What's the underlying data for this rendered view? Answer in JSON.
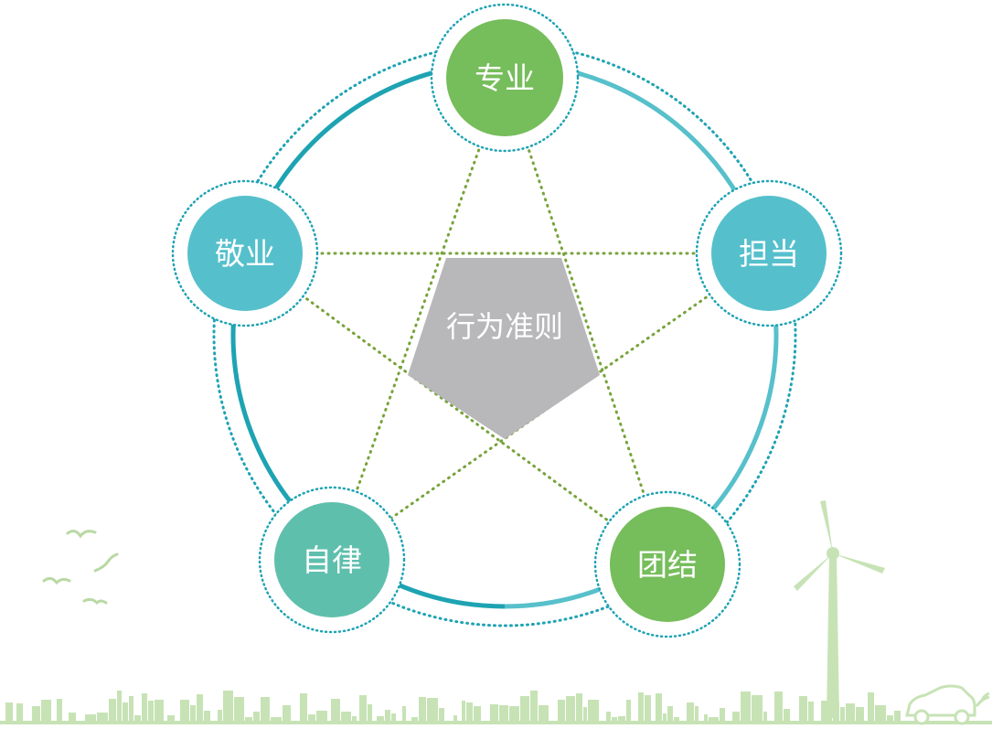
{
  "diagram": {
    "center": {
      "label": "行为准则",
      "color": "#b8b7b9"
    },
    "nodes": [
      {
        "id": "top",
        "label": "专业",
        "color": "#76bd5b"
      },
      {
        "id": "right",
        "label": "担当",
        "color": "#55c0cc"
      },
      {
        "id": "bottom-right",
        "label": "团结",
        "color": "#76bd5b"
      },
      {
        "id": "bottom-left",
        "label": "自律",
        "color": "#5fbfad"
      },
      {
        "id": "left",
        "label": "敬业",
        "color": "#55c0cc"
      }
    ],
    "colors": {
      "ring": "#1ea3b3",
      "ring_light": "#57c0cb",
      "dots": "#1ea3b3",
      "star_lines": "#77a33a",
      "scenery": "#c7e3b5"
    }
  }
}
